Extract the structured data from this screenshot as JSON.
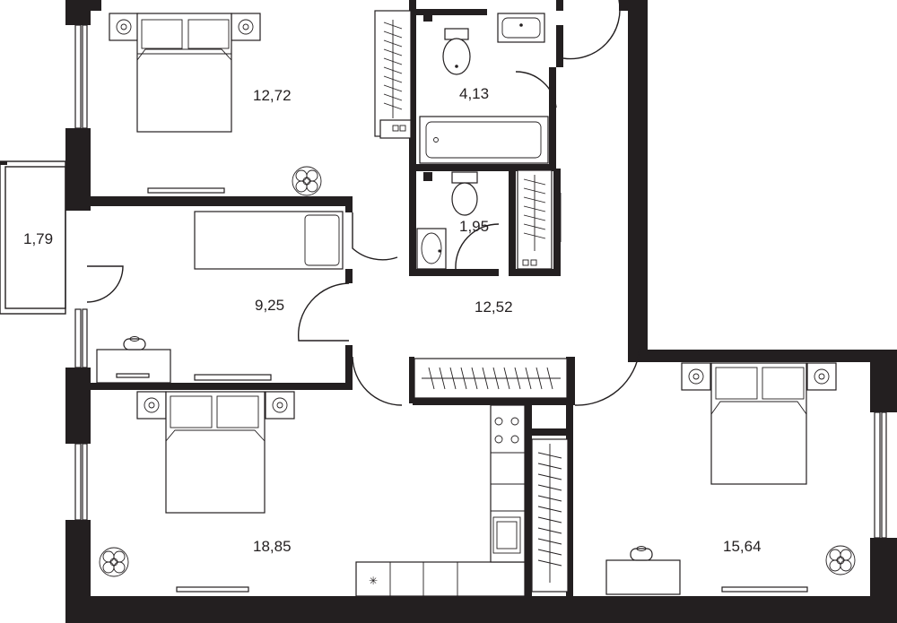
{
  "rooms": [
    {
      "id": "bedroom-top",
      "area": "12,72"
    },
    {
      "id": "bathroom",
      "area": "4,13"
    },
    {
      "id": "balcony",
      "area": "1,79"
    },
    {
      "id": "wc",
      "area": "1,95"
    },
    {
      "id": "middle-room",
      "area": "9,25"
    },
    {
      "id": "hallway",
      "area": "12,52"
    },
    {
      "id": "living-room",
      "area": "18,85"
    },
    {
      "id": "bedroom-right",
      "area": "15,64"
    }
  ]
}
